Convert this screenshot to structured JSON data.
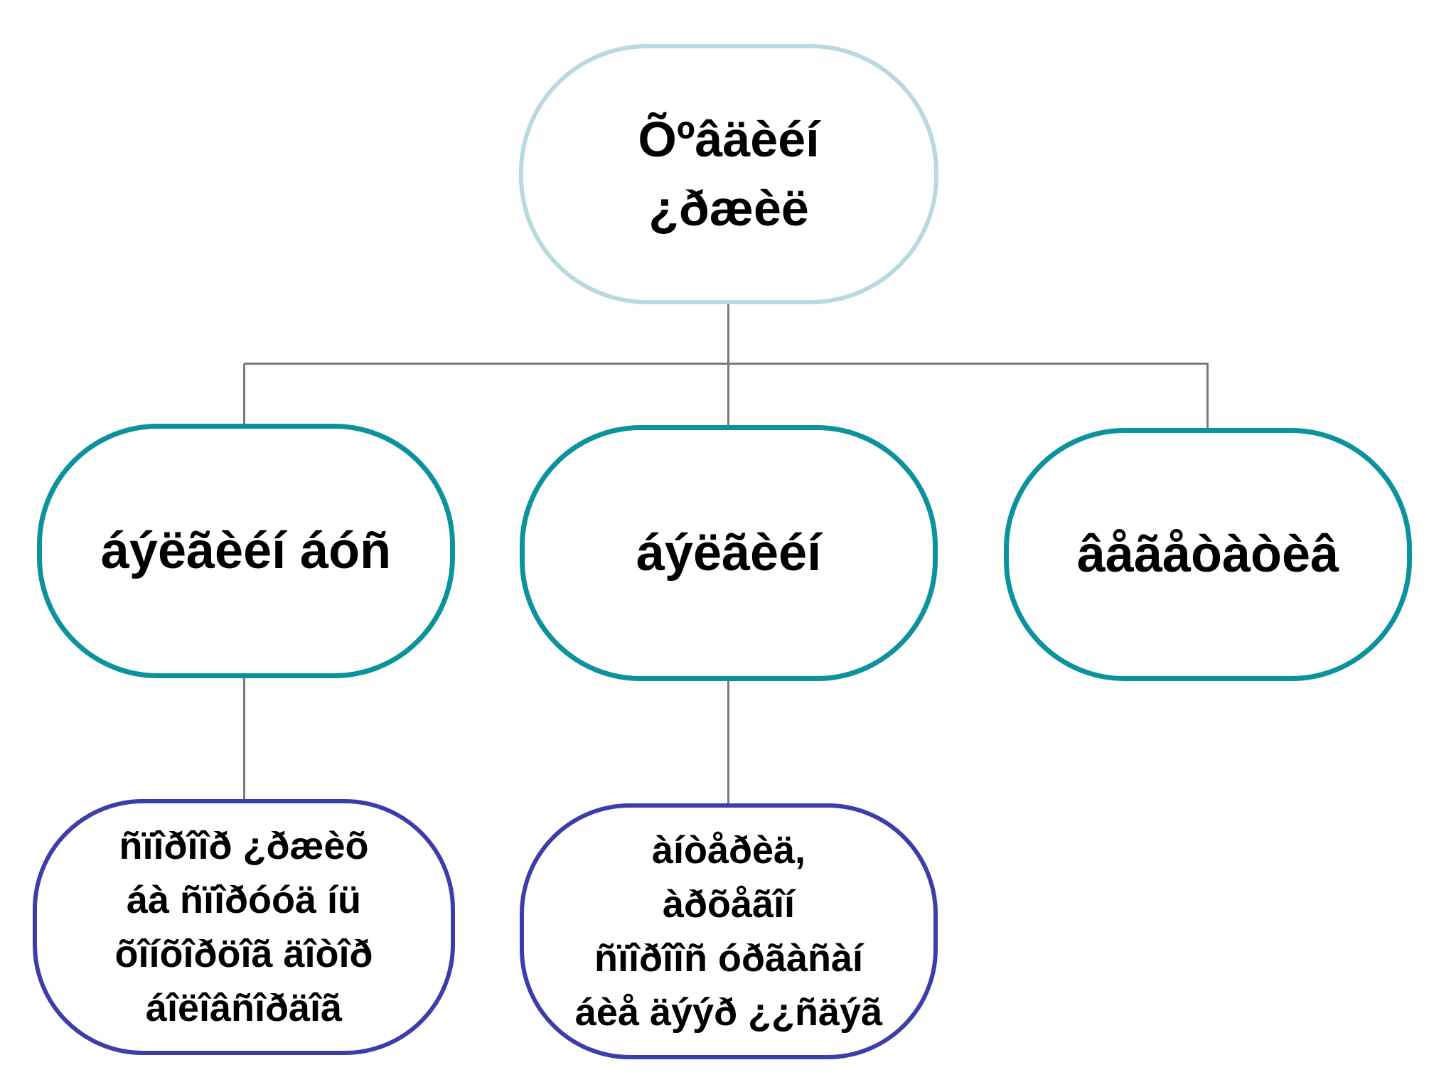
{
  "nodes": {
    "root": {
      "lines": [
        "Õºâäèéí",
        "¿ðæèë"
      ]
    },
    "branch1": {
      "label": "áýëãèéí áóñ"
    },
    "branch2": {
      "label": "áýëãèéí"
    },
    "branch3": {
      "label": "âåãåòàòèâ"
    },
    "leaf1": {
      "lines": [
        "ñïîðîîð ¿ðæèõ",
        "áà ñïîðóóä íü",
        "õîíõîðöîã äîòîð",
        "áîëîâñîðäîã"
      ]
    },
    "leaf2": {
      "lines": [
        "àíòåðèä,",
        "àðõåãîí",
        "ñïîðîîñ óðãàñàí",
        "áèå äýýð ¿¿ñäýã"
      ]
    }
  },
  "colors": {
    "root_border": "#b9d9de",
    "branch_border": "#0b939d",
    "leaf_border": "#3d3daa",
    "connector": "#7b7b7b",
    "text": "#000000",
    "bg": "#ffffff"
  }
}
